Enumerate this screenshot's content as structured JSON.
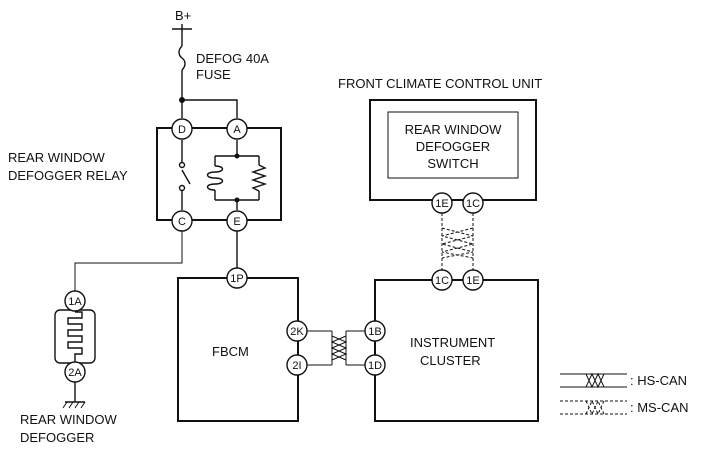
{
  "power": {
    "label": "B+"
  },
  "fuse": {
    "line1": "DEFOG 40A",
    "line2": "FUSE"
  },
  "relay": {
    "line1": "REAR WINDOW",
    "line2": "DEFOGGER RELAY",
    "pins": {
      "d": "D",
      "a": "A",
      "c": "C",
      "e": "E"
    }
  },
  "climate": {
    "title": "FRONT CLIMATE CONTROL UNIT",
    "switch": {
      "line1": "REAR WINDOW",
      "line2": "DEFOGGER",
      "line3": "SWITCH"
    },
    "pins": {
      "left": "1E",
      "right": "1C"
    }
  },
  "fbcm": {
    "label": "FBCM",
    "pins": {
      "top": "1P",
      "upper": "2K",
      "lower": "2I"
    }
  },
  "cluster": {
    "line1": "INSTRUMENT",
    "line2": "CLUSTER",
    "pins": {
      "top_left": "1C",
      "top_right": "1E",
      "upper": "1B",
      "lower": "1D"
    }
  },
  "defogger": {
    "line1": "REAR WINDOW",
    "line2": "DEFOGGER",
    "pins": {
      "top": "1A",
      "bottom": "2A"
    }
  },
  "legend": {
    "hs": ": HS-CAN",
    "ms": ": MS-CAN"
  }
}
